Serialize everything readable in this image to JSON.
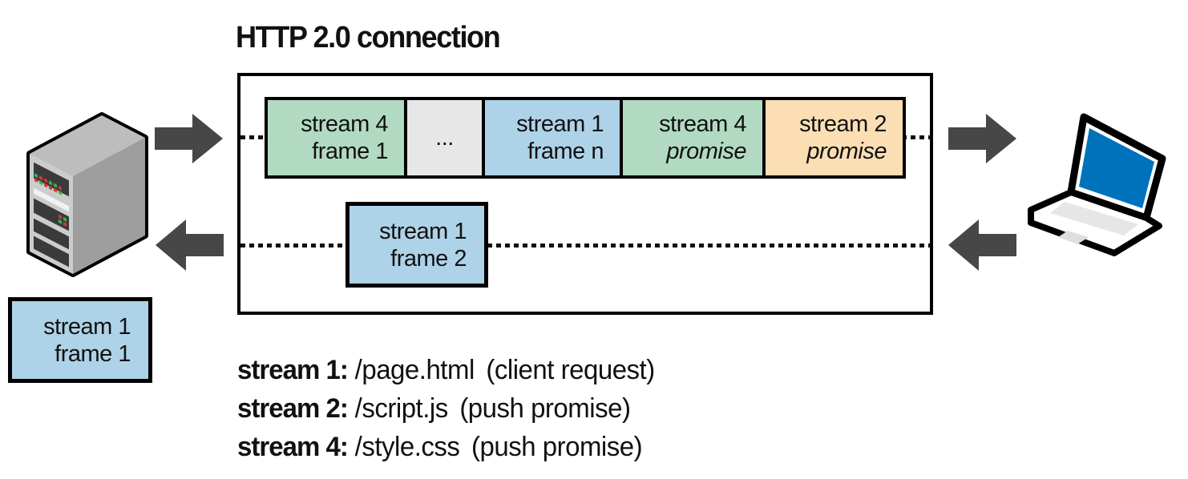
{
  "title": "HTTP 2.0 connection",
  "connection": {
    "frames": [
      {
        "line1": "stream 4",
        "line2": "frame 1",
        "color": "green"
      },
      {
        "line1": "...",
        "line2": "",
        "color": "gray"
      },
      {
        "line1": "stream 1",
        "line2": "frame n",
        "color": "blue"
      },
      {
        "line1": "stream 4",
        "line2": "promise",
        "color": "green"
      },
      {
        "line1": "stream 2",
        "line2": "promise",
        "color": "orange"
      }
    ],
    "response_frame": {
      "line1": "stream 1",
      "line2": "frame 2",
      "color": "blue"
    }
  },
  "pending_frame": {
    "line1": "stream 1",
    "line2": "frame 1",
    "color": "blue"
  },
  "legend": [
    {
      "label": "stream 1:",
      "value": "/page.html",
      "note": "(client request)"
    },
    {
      "label": "stream 2:",
      "value": "/script.js",
      "note": "(push promise)"
    },
    {
      "label": "stream 4:",
      "value": "/style.css",
      "note": "(push promise)"
    }
  ],
  "colors": {
    "frame_green": "#b2dac3",
    "frame_gray": "#e7e7e7",
    "frame_blue": "#aed2e8",
    "frame_orange": "#fbdeb4",
    "arrow_gray": "#474747",
    "laptop_screen_blue": "#0072bc",
    "border_black": "#000000"
  },
  "icons": {
    "left": "server-icon",
    "right": "laptop-icon",
    "arrows": [
      "right-arrow-icon",
      "left-arrow-icon",
      "right-arrow-icon",
      "left-arrow-icon"
    ]
  }
}
